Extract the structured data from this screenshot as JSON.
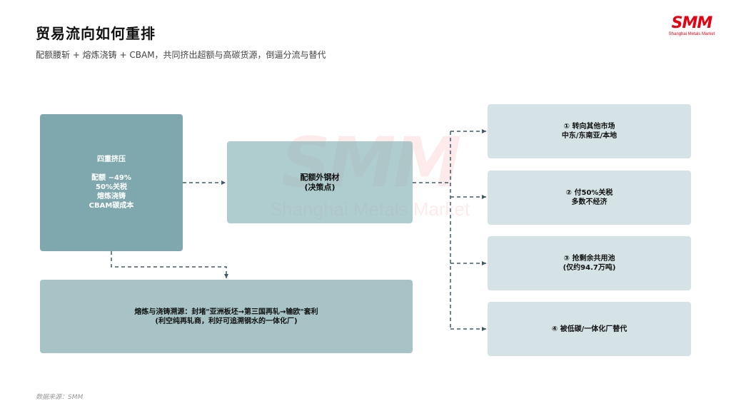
{
  "header": {
    "title": "贸易流向如何重排",
    "subtitle": "配额腰斩 + 熔炼浇铸 + CBAM，共同挤出超额与高碳货源，倒逼分流与替代"
  },
  "logo": {
    "mark": "SMM",
    "sub": "Shanghai Metals Market"
  },
  "watermark": {
    "mark": "SMM",
    "sub": "Shanghai Metals Market"
  },
  "diagram": {
    "pressure_box": {
      "title": "四重挤压",
      "lines": [
        "配额 −49%",
        "50%关税",
        "熔炼浇铸",
        "CBAM碳成本"
      ]
    },
    "steel_box": {
      "lines": [
        "配额外钢材",
        "(决策点)"
      ]
    },
    "arbitrage_box": {
      "lines": [
        "熔炼与浇铸溯源：封堵\"亚洲板坯→第三国再轧→输欧\"套利",
        "(利空纯再轧商，利好可追溯钢水的一体化厂)"
      ]
    },
    "options": [
      {
        "lines": [
          "① 转向其他市场",
          "中东/东南亚/本地"
        ]
      },
      {
        "lines": [
          "② 付50%关税",
          "多数不经济"
        ]
      },
      {
        "lines": [
          "③ 抢剩余共用池",
          "(仅约94.7万吨)"
        ]
      },
      {
        "lines": [
          "④ 被低碳/一体化厂替代"
        ]
      }
    ]
  },
  "footer": {
    "source": "数据来源：SMM"
  },
  "colors": {
    "pressure_box": "#7ea8ae",
    "steel_box": "#8db6bb",
    "arbitrage_box": "#a7c3c6",
    "option_box": "#d6e3e6",
    "connector": "#3e5a66",
    "brand": "#e60012"
  }
}
